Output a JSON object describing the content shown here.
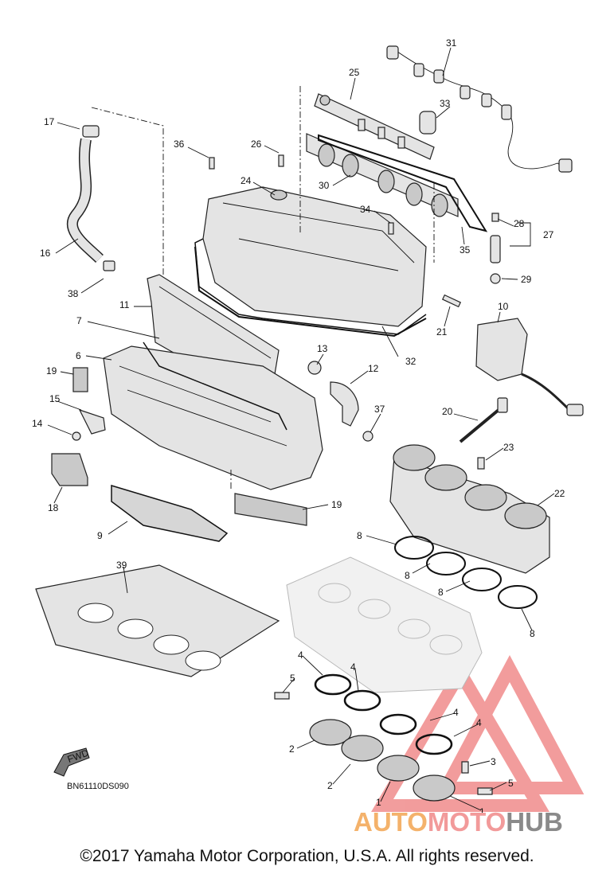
{
  "diagram": {
    "drawing_code": "BN61110DS090",
    "fwd_label": "FWD",
    "copyright": "©2017 Yamaha Motor Corporation, U.S.A. All rights reserved.",
    "watermark": {
      "part1": "AUTO",
      "part2": "MOTO",
      "part3": "HUB"
    },
    "callouts": [
      {
        "id": "c31",
        "text": "31"
      },
      {
        "id": "c25",
        "text": "25"
      },
      {
        "id": "c33",
        "text": "33"
      },
      {
        "id": "c17",
        "text": "17"
      },
      {
        "id": "c36",
        "text": "36"
      },
      {
        "id": "c26",
        "text": "26"
      },
      {
        "id": "c24",
        "text": "24"
      },
      {
        "id": "c30",
        "text": "30"
      },
      {
        "id": "c34",
        "text": "34"
      },
      {
        "id": "c28",
        "text": "28"
      },
      {
        "id": "c27",
        "text": "27"
      },
      {
        "id": "c16",
        "text": "16"
      },
      {
        "id": "c35",
        "text": "35"
      },
      {
        "id": "c29",
        "text": "29"
      },
      {
        "id": "c38",
        "text": "38"
      },
      {
        "id": "c11",
        "text": "11"
      },
      {
        "id": "c10",
        "text": "10"
      },
      {
        "id": "c21",
        "text": "21"
      },
      {
        "id": "c7",
        "text": "7"
      },
      {
        "id": "c32",
        "text": "32"
      },
      {
        "id": "c13",
        "text": "13"
      },
      {
        "id": "c6",
        "text": "6"
      },
      {
        "id": "c12",
        "text": "12"
      },
      {
        "id": "c19a",
        "text": "19"
      },
      {
        "id": "c15",
        "text": "15"
      },
      {
        "id": "c37",
        "text": "37"
      },
      {
        "id": "c20",
        "text": "20"
      },
      {
        "id": "c14",
        "text": "14"
      },
      {
        "id": "c23",
        "text": "23"
      },
      {
        "id": "c18",
        "text": "18"
      },
      {
        "id": "c22",
        "text": "22"
      },
      {
        "id": "c19b",
        "text": "19"
      },
      {
        "id": "c9",
        "text": "9"
      },
      {
        "id": "c8a",
        "text": "8"
      },
      {
        "id": "c39",
        "text": "39"
      },
      {
        "id": "c8b",
        "text": "8"
      },
      {
        "id": "c8c",
        "text": "8"
      },
      {
        "id": "c8d",
        "text": "8"
      },
      {
        "id": "c4a",
        "text": "4"
      },
      {
        "id": "c4b",
        "text": "4"
      },
      {
        "id": "c5a",
        "text": "5"
      },
      {
        "id": "c4c",
        "text": "4"
      },
      {
        "id": "c4d",
        "text": "4"
      },
      {
        "id": "c2a",
        "text": "2"
      },
      {
        "id": "c3",
        "text": "3"
      },
      {
        "id": "c2b",
        "text": "2"
      },
      {
        "id": "c5b",
        "text": "5"
      },
      {
        "id": "c1a",
        "text": "1"
      },
      {
        "id": "c1b",
        "text": "1"
      }
    ]
  },
  "colors": {
    "line": "#222222",
    "part_fill": "#e4e4e4",
    "shade": "#c9c9c9",
    "wm_orange": "#f4b26b",
    "wm_pink": "#f29a9a",
    "wm_grey": "#8a8a8a",
    "wm_red": "#e84c4c"
  }
}
